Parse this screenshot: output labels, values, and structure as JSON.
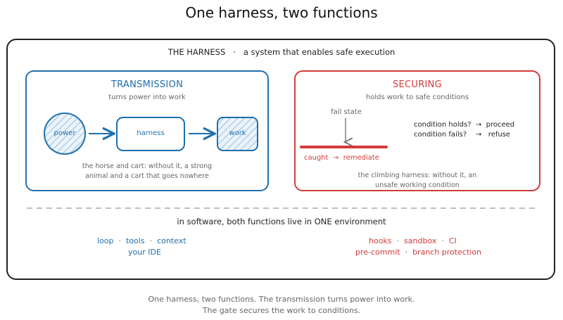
{
  "title": "One harness, two functions",
  "harness": {
    "label": "THE HARNESS",
    "separator": "·",
    "description": "a system that enables safe execution"
  },
  "transmission": {
    "title": "TRANSMISSION",
    "subtitle": "turns power into work",
    "nodes": {
      "power": "power",
      "harness": "harness",
      "work": "work"
    },
    "caption_line1": "the horse and cart: without it, a strong",
    "caption_line2": "animal and a cart that goes nowhere"
  },
  "securing": {
    "title": "SECURING",
    "subtitle": "holds work to safe conditions",
    "fail_state": "fail state",
    "caught": "caught",
    "remediate": "remediate",
    "arrow": "→",
    "condition_holds": "condition holds?",
    "proceed": "proceed",
    "condition_fails": "condition fails?",
    "refuse": "refuse",
    "caption_line1": "the climbing harness: without it, an",
    "caption_line2": "unsafe working condition"
  },
  "environment": "in software, both functions live in ONE environment",
  "software_transmission": {
    "items": [
      "loop",
      "tools",
      "context"
    ],
    "line2": "your IDE"
  },
  "software_securing": {
    "line1": [
      "hooks",
      "sandbox",
      "CI"
    ],
    "line2": [
      "pre-commit",
      "branch protection"
    ]
  },
  "dot": "·",
  "footer": {
    "line1": "One harness, two functions. The transmission turns power into work.",
    "line2": "The gate secures the work to conditions."
  },
  "colors": {
    "blue": "#1f6fad",
    "red": "#d33a3a",
    "dark": "#222222",
    "grey": "#666666"
  }
}
